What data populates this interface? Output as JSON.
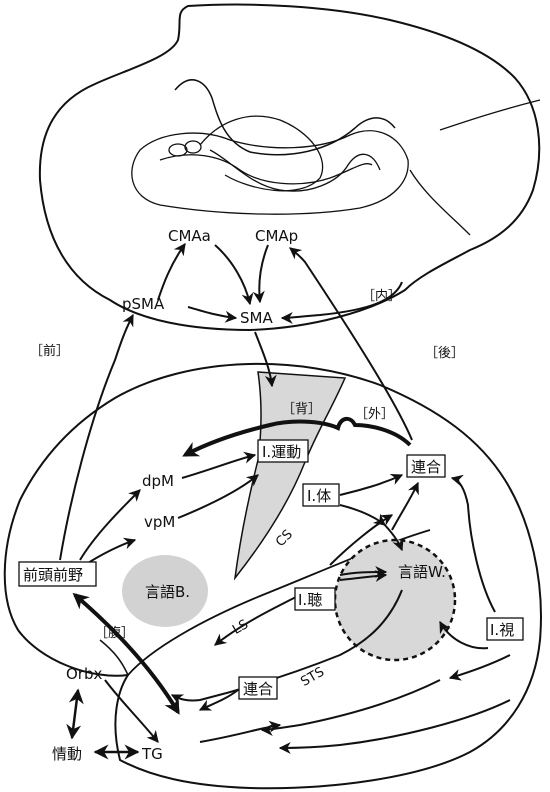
{
  "labels": {
    "cmaa": "CMAa",
    "cmap": "CMAp",
    "psma": "pSMA",
    "sma": "SMA",
    "medial": "［内］",
    "anterior": "［前］",
    "posterior": "［後］",
    "dorsal": "［背］",
    "lateral": "［外］",
    "ventral": "［腹］",
    "dpm": "dpM",
    "vpm": "vpM",
    "motor": "I.運動",
    "assoc_top": "連合",
    "somato": "I.体",
    "cs": "CS",
    "prefrontal": "前頭前野",
    "broca": "言語B.",
    "wernicke": "言語W.",
    "auditory": "I.聴",
    "ls": "LS",
    "sts": "STS",
    "visual": "I.視",
    "orbx": "Orbx",
    "assoc_bottom": "連合",
    "emotion": "情動",
    "tg": "TG"
  }
}
